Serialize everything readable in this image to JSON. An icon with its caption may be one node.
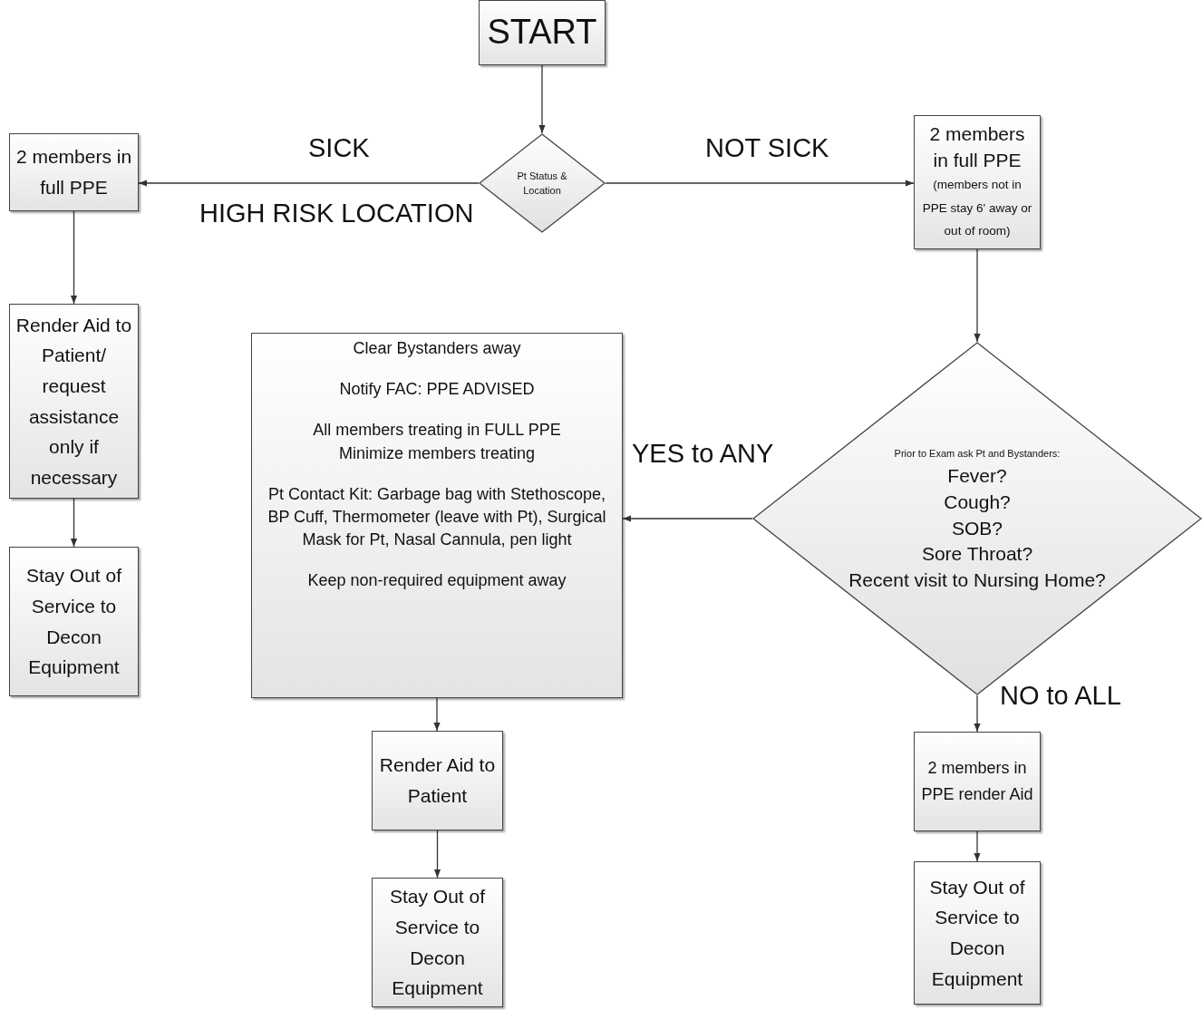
{
  "diagram": {
    "nodes": [
      {
        "text": [
          "START"
        ]
      },
      {
        "text": [
          "Pt Status & Location"
        ]
      },
      {
        "text": [
          "2 members in full PPE"
        ]
      },
      {
        "text": [
          "Render Aid to Patient/ request assistance only if necessary"
        ]
      },
      {
        "text": [
          "Stay Out of Service to Decon Equipment"
        ]
      },
      {
        "text": [
          "2 members in  full PPE",
          "(members not in PPE stay 6' away or out of room)"
        ]
      },
      {
        "text": [
          "Prior to Exam ask Pt and Bystanders:",
          "Fever?",
          "Cough?",
          "SOB?",
          "Sore Throat?",
          "Recent visit to Nursing Home?"
        ]
      },
      {
        "text": [
          "Clear Bystanders away",
          "Notify FAC:  PPE ADVISED",
          "All members treating in FULL PPE",
          "Minimize members treating",
          "Pt Contact Kit: Garbage bag with Stethoscope, BP Cuff, Thermometer (leave with Pt), Surgical Mask for Pt, Nasal Cannula, pen light",
          "Keep non-required equipment away"
        ]
      },
      {
        "text": [
          "Render Aid to Patient"
        ]
      },
      {
        "text": [
          "Stay Out of Service to Decon Equipment"
        ]
      },
      {
        "text": [
          "2 members in PPE render Aid"
        ]
      },
      {
        "text": [
          "Stay Out of Service to Decon Equipment"
        ]
      }
    ],
    "edges": [
      {
        "from": 0,
        "to": 1,
        "arrow": "to"
      },
      {
        "from": 1,
        "to": 2,
        "arrow": "to",
        "label": "SICK"
      },
      {
        "from": 1,
        "to": 5,
        "arrow": "to",
        "label": "NOT SICK"
      },
      {
        "from": 2,
        "to": 3,
        "arrow": "to"
      },
      {
        "from": 3,
        "to": 4,
        "arrow": "to"
      },
      {
        "from": 5,
        "to": 6,
        "arrow": "to"
      },
      {
        "from": 6,
        "to": 7,
        "arrow": "to",
        "label": "YES to ANY"
      },
      {
        "from": 6,
        "to": 10,
        "arrow": "to",
        "label": "NO to ALL"
      },
      {
        "from": 7,
        "to": 8,
        "arrow": "to"
      },
      {
        "from": 8,
        "to": 9,
        "arrow": "to"
      },
      {
        "from": 10,
        "to": 11,
        "arrow": "to"
      }
    ],
    "labels": [
      "HIGH RISK LOCATION"
    ]
  }
}
